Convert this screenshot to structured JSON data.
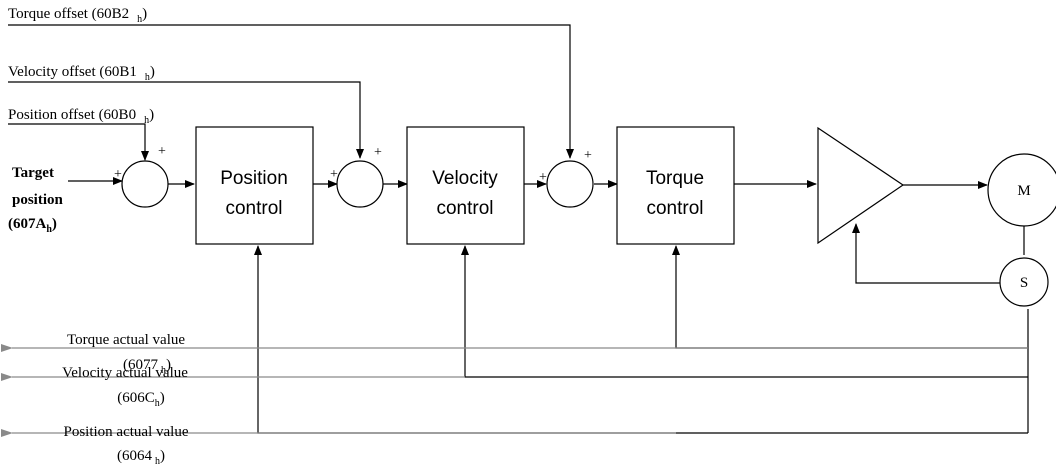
{
  "offsets": {
    "torque": {
      "label": "Torque offset (60B2",
      "sub": "h",
      "close": ")"
    },
    "velocity": {
      "label": "Velocity offset (60B1",
      "sub": "h",
      "close": ")"
    },
    "position": {
      "label": "Position offset  (60B0",
      "sub": "h",
      "close": ")"
    }
  },
  "target": {
    "line1": "Target",
    "line2": "position",
    "line3": "(607A",
    "sub": "h",
    "close": ")"
  },
  "blocks": {
    "position": {
      "line1": "Position",
      "line2": "control"
    },
    "velocity": {
      "line1": "Velocity",
      "line2": "control"
    },
    "torque": {
      "line1": "Torque",
      "line2": "control"
    }
  },
  "signs": {
    "plus": "+"
  },
  "motor": {
    "label": "M"
  },
  "sensor": {
    "label": "S"
  },
  "actuals": {
    "torque": {
      "label": "Torque actual value",
      "code": "(6077",
      "sub": "h",
      "close": ")"
    },
    "velocity": {
      "label": "Velocity actual value",
      "code": "(606C",
      "sub": "h",
      "close": ")"
    },
    "position": {
      "label": "Position actual value",
      "code": "(6064",
      "sub": "h",
      "close": ")"
    }
  }
}
